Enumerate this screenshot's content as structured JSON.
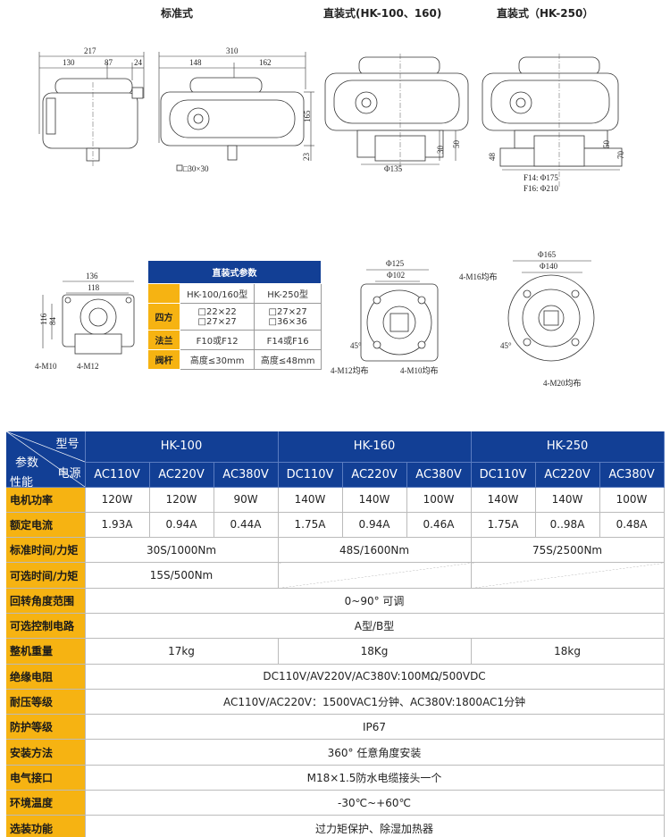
{
  "titles": {
    "standard": "标准式",
    "vertical_100_160": "直装式(HK-100、160)",
    "vertical_250": "直装式（HK-250）"
  },
  "drawing_labels": {
    "d217": "217",
    "d130": "130",
    "d87": "87",
    "d24": "24",
    "d310": "310",
    "d148": "148",
    "d162": "162",
    "d165": "165",
    "d23": "23",
    "sq30": "□30×30",
    "d30": "30",
    "d50a": "50",
    "phi135": "Φ135",
    "d48": "48",
    "d50b": "50",
    "d70": "70",
    "f14": "F14:  Φ175",
    "f16": "F16:  Φ210",
    "d136": "136",
    "d118": "118",
    "d116": "116",
    "d84": "84",
    "m10": "4-M10",
    "m12": "4-M12",
    "phi125": "Φ125",
    "phi102": "Φ102",
    "a45a": "45°",
    "m12b": "4-M12均布",
    "m10b": "4-M10均布",
    "phi165": "Φ165",
    "phi140": "Φ140",
    "m16": "4-M16均布",
    "a45b": "45°",
    "m20": "4-M20均布"
  },
  "param_table": {
    "title": "直装式参数",
    "col1": "HK-100/160型",
    "col2": "HK-250型",
    "rows": [
      {
        "label": "四方",
        "v1a": "□22×22",
        "v1b": "□27×27",
        "v2a": "□27×27",
        "v2b": "□36×36"
      },
      {
        "label": "法兰",
        "v1": "F10或F12",
        "v2": "F14或F16"
      },
      {
        "label": "阀杆",
        "v1": "高度≤30mm",
        "v2": "高度≤48mm"
      }
    ]
  },
  "spec": {
    "corner": {
      "model": "型号",
      "param": "参数",
      "power": "电源",
      "perf": "性能"
    },
    "models": [
      "HK-100",
      "HK-160",
      "HK-250"
    ],
    "voltages": [
      "AC110V",
      "AC220V",
      "AC380V",
      "DC110V",
      "AC220V",
      "AC380V",
      "DC110V",
      "AC220V",
      "AC380V"
    ],
    "rows": {
      "motor_power": {
        "label": "电机功率",
        "values": [
          "120W",
          "120W",
          "90W",
          "140W",
          "140W",
          "100W",
          "140W",
          "140W",
          "100W"
        ]
      },
      "rated_current": {
        "label": "额定电流",
        "values": [
          "1.93A",
          "0.94A",
          "0.44A",
          "1.75A",
          "0.94A",
          "0.46A",
          "1.75A",
          "0..98A",
          "0.48A"
        ]
      },
      "std_time": {
        "label": "标准时间/力矩",
        "values": [
          "30S/1000Nm",
          "48S/1600Nm",
          "75S/2500Nm"
        ]
      },
      "opt_time": {
        "label": "可选时间/力矩",
        "value": "15S/500Nm"
      },
      "rotation": {
        "label": "回转角度范围",
        "value": "0~90°  可调"
      },
      "control": {
        "label": "可选控制电路",
        "value": "A型/B型"
      },
      "weight": {
        "label": "整机重量",
        "values": [
          "17kg",
          "18Kg",
          "18kg"
        ]
      },
      "insulation": {
        "label": "绝缘电阻",
        "value": "DC110V/AV220V/AC380V:100MΩ/500VDC"
      },
      "withstand": {
        "label": "耐压等级",
        "value": "AC110V/AC220V：1500VAC1分钟、AC380V:1800AC1分钟"
      },
      "protection": {
        "label": "防护等级",
        "value": "IP67"
      },
      "install": {
        "label": "安装方法",
        "value": "360°  任意角度安装"
      },
      "electric": {
        "label": "电气接口",
        "value": "M18×1.5防水电缆接头一个"
      },
      "env_temp": {
        "label": "环境温度",
        "value": "-30℃~+60℃"
      },
      "options": {
        "label": "选装功能",
        "value": "过力矩保护、除湿加热器"
      }
    }
  },
  "colors": {
    "header_blue": "#123f95",
    "label_orange": "#f6b312"
  }
}
